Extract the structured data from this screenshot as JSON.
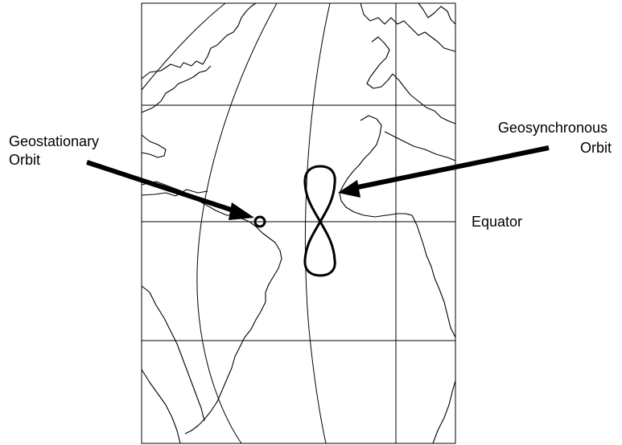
{
  "labels": {
    "geostationary": [
      "Geostationary",
      "Orbit"
    ],
    "geosynchronous": [
      "Geosynchronous",
      "Orbit"
    ],
    "equator": "Equator"
  },
  "colors": {
    "line": "#000000",
    "background": "#ffffff"
  }
}
